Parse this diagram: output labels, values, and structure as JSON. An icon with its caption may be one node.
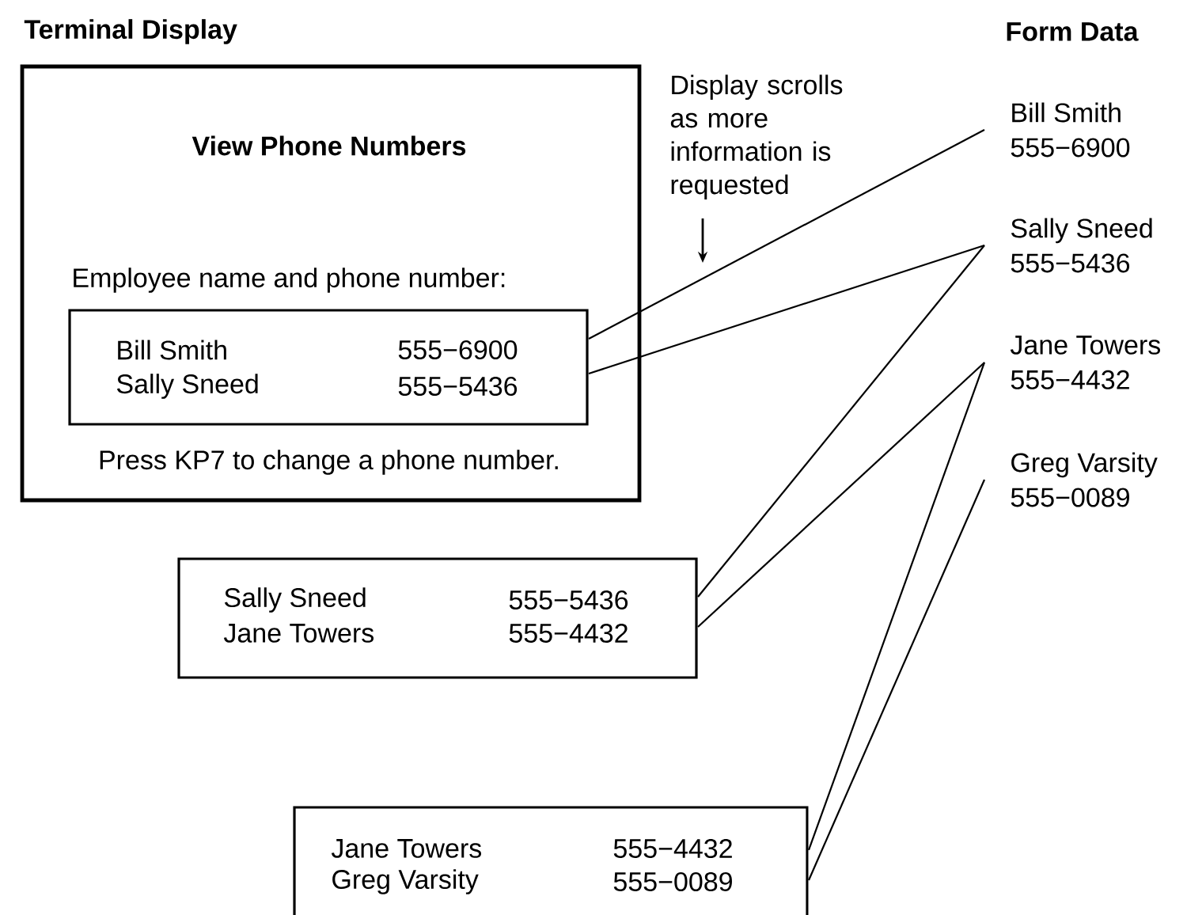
{
  "diagram": {
    "nodes": [
      {
        "text": [
          "View Phone Numbers",
          "Employee name and phone number:",
          "Press KP7 to change a phone number."
        ]
      },
      {
        "text": [
          "Bill Smith",
          "555−6900",
          "Sally Sneed",
          "555−5436"
        ],
        "in": 0
      },
      {
        "text": [
          "Sally Sneed",
          "555−5436",
          "Jane Towers",
          "555−4432"
        ]
      },
      {
        "text": [
          "Jane Towers",
          "555−4432",
          "Greg Varsity",
          "555−0089"
        ]
      },
      {
        "text": [
          "Bill Smith",
          "555−6900"
        ]
      },
      {
        "text": [
          "Sally Sneed",
          "555−5436"
        ]
      },
      {
        "text": [
          "Jane Towers",
          "555−4432"
        ]
      },
      {
        "text": [
          "Greg Varsity",
          "555−0089"
        ]
      }
    ],
    "edges": [
      {
        "from": 1,
        "to": 4,
        "arrow": "none"
      },
      {
        "from": 1,
        "to": 5,
        "arrow": "none"
      },
      {
        "from": 2,
        "to": 5,
        "arrow": "none"
      },
      {
        "from": 2,
        "to": 6,
        "arrow": "none"
      },
      {
        "from": 3,
        "to": 6,
        "arrow": "none"
      },
      {
        "from": 3,
        "to": 7,
        "arrow": "none"
      }
    ],
    "labels": [
      "Terminal Display",
      "Form Data",
      "Display scrolls as more information is requested"
    ]
  }
}
